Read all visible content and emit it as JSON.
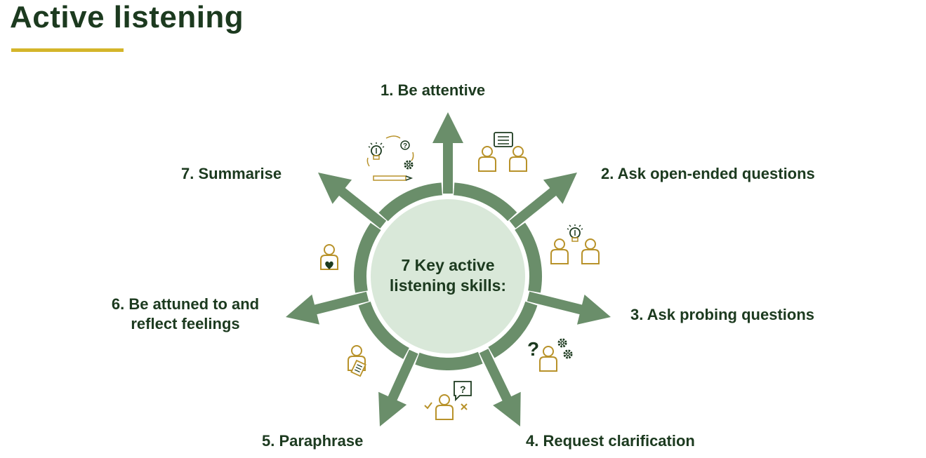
{
  "title": "Active listening",
  "center_text_line1": "7 Key active",
  "center_text_line2": "listening skills:",
  "skills": [
    {
      "label": "1. Be attentive",
      "icon": "two-people-conversation-icon"
    },
    {
      "label": "2. Ask open-ended questions",
      "icon": "two-people-idea-icon"
    },
    {
      "label": "3. Ask probing questions",
      "icon": "person-question-gears-icon"
    },
    {
      "label": "4. Request clarification",
      "icon": "person-question-speech-icon"
    },
    {
      "label": "5. Paraphrase",
      "icon": "person-notepad-icon"
    },
    {
      "label": "6. Be attuned to and reflect feelings",
      "line1": "6. Be attuned to and",
      "line2": "reflect feelings",
      "icon": "person-heart-icon"
    },
    {
      "label": "7. Summarise",
      "icon": "idea-cycle-pencil-icon"
    }
  ],
  "colors": {
    "title": "#1c3a1f",
    "accent_underline": "#d4b52a",
    "arrow": "#6a8e6a",
    "center_fill": "#d9e8d9",
    "icon_gold": "#b8922a",
    "icon_dark": "#1c3a1f"
  }
}
